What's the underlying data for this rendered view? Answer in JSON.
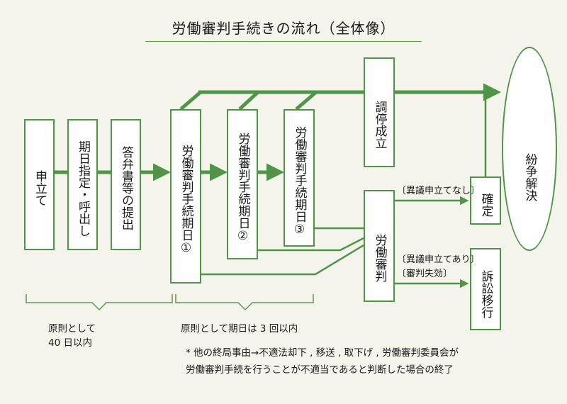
{
  "title": "労働審判手続きの流れ（全体像）",
  "nodes": {
    "moushitate": "申立て",
    "kijitsu_shitei": "期日指定・呼出し",
    "toubensho": "答弁書等の提出",
    "kijitsu1": "労働審判手続期日①",
    "kijitsu2": "労働審判手続期日②",
    "kijitsu3": "労働審判手続期日③",
    "choutei": "調停成立",
    "shinpan": "労働審判",
    "kakutei": "確定",
    "soshou": "訴訟移行",
    "funsou": "紛争解決"
  },
  "branch_labels": {
    "no_objection": "〔異議申立てなし〕",
    "objection_line1": "〔異議申立てあり〕",
    "objection_line2": "〔審判失効〕"
  },
  "brace_labels": {
    "left_line1": "原則として",
    "left_line2": "40 日以内",
    "right": "原則として期日は 3 回以内"
  },
  "footnote": {
    "line1": "* 他の終局事由→不適法却下 , 移送 , 取下げ , 労働審判委員会が",
    "line2": "労働審判手続を行うことが不適当であると判断した場合の終了"
  },
  "colors": {
    "arrow_green": "#4f9447",
    "box_border": "#4f9447",
    "background": "#f4f3ec"
  }
}
